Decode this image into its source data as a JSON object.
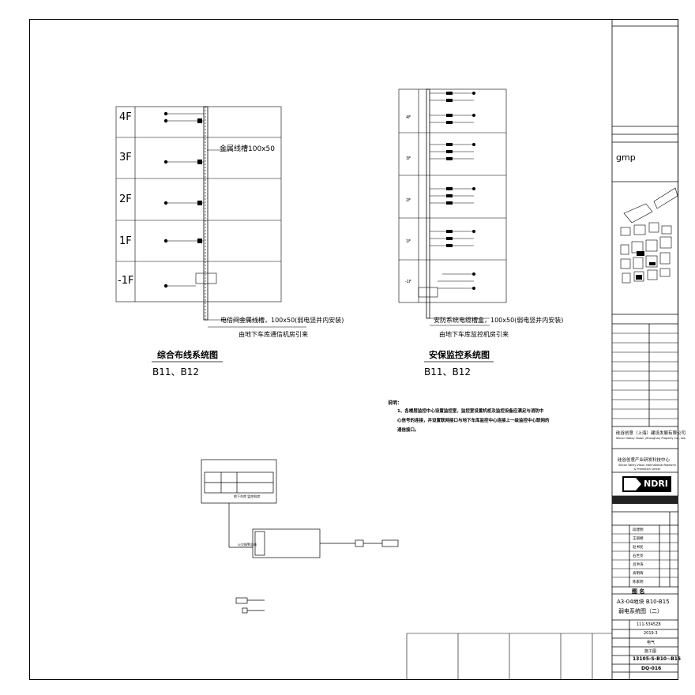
{
  "drawing": {
    "left_diagram": {
      "floors": [
        "4F",
        "3F",
        "2F",
        "1F",
        "-1F"
      ],
      "trunk_label": "金属线槽100x50",
      "bottom_note_1": "电信间金属线槽，100x50(弱电竖井内安装)",
      "bottom_note_2": "由地下车库通信机房引来",
      "title": "综合布线系统图",
      "subtitle": "B11、B12"
    },
    "right_diagram": {
      "floors": [
        "4F",
        "3F",
        "2F",
        "1F",
        "-1F"
      ],
      "bottom_note_1": "安防系统电缆槽盒，100x50(弱电竖井内安装)",
      "bottom_note_2": "由地下车库监控机房引来",
      "title": "安保监控系统图",
      "subtitle": "B11、B12"
    },
    "notes_label": "说明：",
    "notes_line1": "1、各楼层监控中心设置监控室，监控室设置机柜及监控设备应满足与消防中",
    "notes_line2": "心信号的连接，并设置联网接口与地下车库监控中心连接上一级监控中心联网的",
    "notes_line3": "通信接口。",
    "fire_box_label": "地下车库 监控机房",
    "fire_bus_label": "火灾报警总线"
  },
  "title_block": {
    "owner_cn": "硅谷创意（上海）建设发展有限公司",
    "owner_en": "Silicon Valley Vision (Shanghai) Property Co., Ltd.",
    "project_cn": "硅谷创意产业研发科技中心",
    "project_en": "Silicon Valley Vision International Research & Promotion Center",
    "architect_logo": "gmp",
    "design_logo": "NDRI",
    "sign_names": [
      "段建明",
      "王丽娜",
      "赵书民",
      "石世亮",
      "吕洪涛",
      "高明辉",
      "陈家明"
    ],
    "drawing_name_label": "图 名",
    "drawing_title_1": "A3-04地块 B10-B15",
    "drawing_title_2": "弱电系统图（二）",
    "project_no": "111-5345Z8",
    "date": "2019.3",
    "discipline": "电气",
    "stage": "施工图",
    "drawing_no": "13105-S-B10~B15",
    "sheet_no": "DQ-016"
  }
}
